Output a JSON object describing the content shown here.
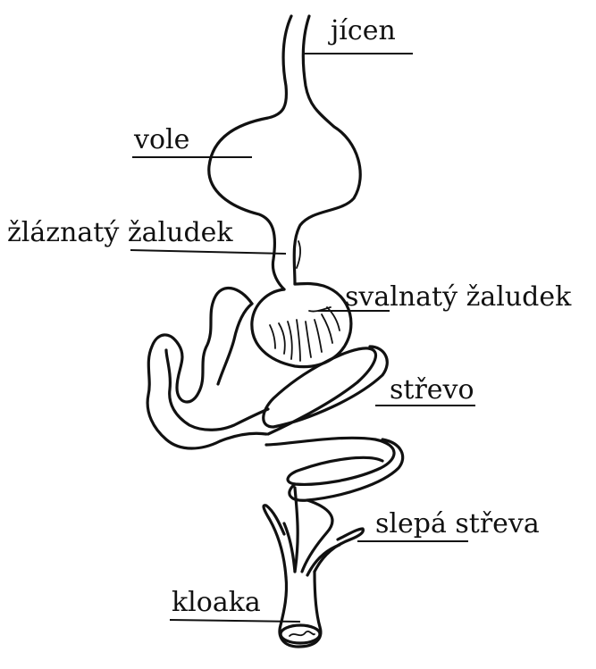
{
  "diagram": {
    "labels": {
      "jicen": "jícen",
      "vole": "vole",
      "zlaznaty_zaludek": "žláznatý žaludek",
      "svalnaty_zaludek": "svalnatý žaludek",
      "strevo": "střevo",
      "slepa_streva": "slepá střeva",
      "kloaka": "kloaka"
    }
  }
}
